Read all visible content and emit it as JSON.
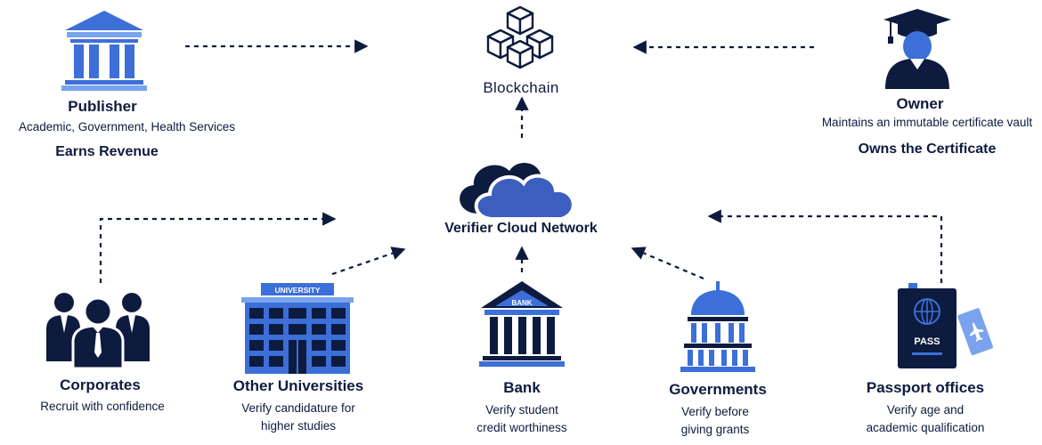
{
  "colors": {
    "navy": "#0d1b3e",
    "blue": "#3c6fd8",
    "light_blue": "#7aa3ee"
  },
  "center": {
    "blockchain": {
      "label": "Blockchain",
      "icon": "blockchain-cubes-icon"
    },
    "network": {
      "label": "Verifier Cloud Network",
      "icon": "cloud-icon"
    }
  },
  "publisher": {
    "title": "Publisher",
    "subtitle": "Academic, Government,  Health Services",
    "tagline": "Earns Revenue",
    "icon": "government-building-icon"
  },
  "owner": {
    "title": "Owner",
    "subtitle": "Maintains an immutable certificate vault",
    "tagline": "Owns the Certificate",
    "icon": "graduate-icon"
  },
  "verifiers": [
    {
      "key": "corporates",
      "title": "Corporates",
      "desc": [
        "Recruit with confidence"
      ],
      "icon": "business-people-icon"
    },
    {
      "key": "universities",
      "title": "Other Universities",
      "desc": [
        "Verify candidature for",
        "higher studies"
      ],
      "icon": "university-building-icon",
      "sign": "UNIVERSITY"
    },
    {
      "key": "bank",
      "title": "Bank",
      "desc": [
        "Verify student",
        "credit worthiness"
      ],
      "icon": "bank-icon",
      "sign": "BANK"
    },
    {
      "key": "governments",
      "title": "Governments",
      "desc": [
        "Verify before",
        "giving grants"
      ],
      "icon": "capitol-dome-icon"
    },
    {
      "key": "passport",
      "title": "Passport offices",
      "desc": [
        "Verify age and",
        "academic qualification"
      ],
      "icon": "passport-icon",
      "sign": "PASS"
    }
  ]
}
